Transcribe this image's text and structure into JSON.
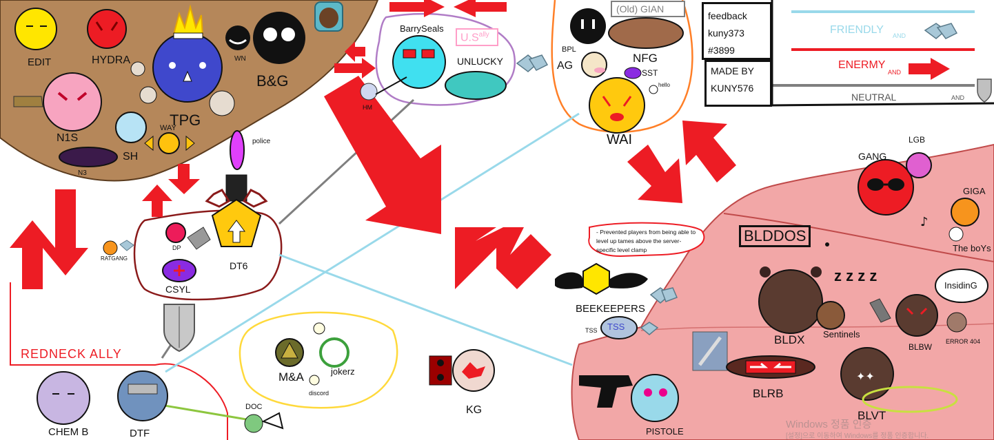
{
  "colors": {
    "tan_region": "#b5875a",
    "pink_region": "#f2a7a7",
    "red_arrow": "#ed1c24",
    "friendly_line": "#99d9ea",
    "neutral_line": "#7f7f7f",
    "purple_outline": "#b07cc6",
    "orange_outline": "#ff7f27",
    "yellow_outline": "#ffd93b",
    "maroon_outline": "#8a1a1a"
  },
  "legend": {
    "friendly": "FRIENDLY",
    "friendly_and": "AND",
    "enemy": "ENERMY",
    "enemy_and": "AND",
    "neutral": "NEUTRAL",
    "neutral_and": "AND",
    "feedback_lines": [
      "feedback",
      "kuny373",
      "#3899"
    ],
    "made_by_lines": [
      "MADE BY",
      "KUNY576"
    ],
    "old_gian": "(Old) GIAN"
  },
  "labels": {
    "edit": "EDIT",
    "hydra": "HYDRA",
    "tpg": "TPG",
    "wn": "WN",
    "bg": "B&G",
    "n1s": "N1S",
    "way": "WAY",
    "sh": "SH",
    "n3": "N3",
    "barryseals": "BarrySeals",
    "us_ally_main": "U.S",
    "us_ally_sup": "ally",
    "unlucky": "UNLUCKY",
    "hm": "HM",
    "bpl": "BPL",
    "ag": "AG",
    "nfg": "NFG",
    "sst": "SST",
    "hello": "hello",
    "wai": "WAI",
    "police": "police",
    "dp": "DP",
    "csyl": "CSYL",
    "dt6": "DT6",
    "ratgang": "RATGANG",
    "redneck_ally": "REDNECK ALLY",
    "chem_b": "CHEM B",
    "dtf": "DTF",
    "doc": "DOC",
    "ma": "M&A",
    "jokerz": "jokerz",
    "discord": "discord",
    "kg": "KG",
    "note_lines": [
      "- Prevented players from being able to",
      "level up tames above the server-",
      "specific level clamp"
    ],
    "beekeepers": "BEEKEEPERS",
    "tss": "TSS",
    "tss_face": "TSS",
    "gang": "GANG",
    "lgb": "LGB",
    "giga": "GIGA",
    "the_boys": "The boYs",
    "blddos": "BLDDOS",
    "insiding": "InsidinG",
    "bldx": "BLDX",
    "sentinels": "Sentinels",
    "blbw": "BLBW",
    "error404": "ERROR 404",
    "zzz": "z z z z",
    "blrb": "BLRB",
    "blvt": "BLVT",
    "pistole": "PISTOLE",
    "watermark_line1": "Windows 정품 인증",
    "watermark_line2": "[설정]으로 이동하여 Windows를 정품 인증합니다."
  }
}
